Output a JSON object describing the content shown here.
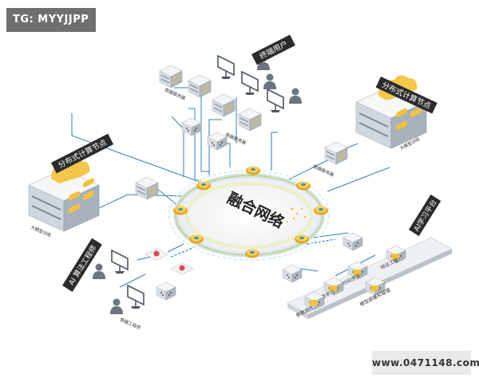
{
  "watermarks": {
    "top_left": "TG: MYYJJPP",
    "bottom_right": "www.0471148.com"
  },
  "center": {
    "title": "融合网络"
  },
  "groups": {
    "terminal_users": "终端用户",
    "distributed_node_right": "分布式计算节点",
    "distributed_node_left": "分布式计算节点",
    "ai_engineer": "AI 算法工程师",
    "ai_platform": "AI学习平台"
  },
  "labels": {
    "data_server_top": "数据服务器",
    "data_server_mid": "数据服务器",
    "data_server_right": "数据服务器",
    "big_model_right": "大模型训练",
    "big_model_left": "大模型训练",
    "data_engineer": "数据工程师"
  },
  "platform_steps": [
    "特征工程",
    "时间序列",
    "深度学习",
    "模型部署和管理",
    "参数调优"
  ],
  "colors": {
    "accent_blue": "#2f7fc1",
    "gold": "#f2c23a",
    "dark_label": "#2b2b2b",
    "red": "#e04a4a",
    "lime": "#b6d77a"
  }
}
